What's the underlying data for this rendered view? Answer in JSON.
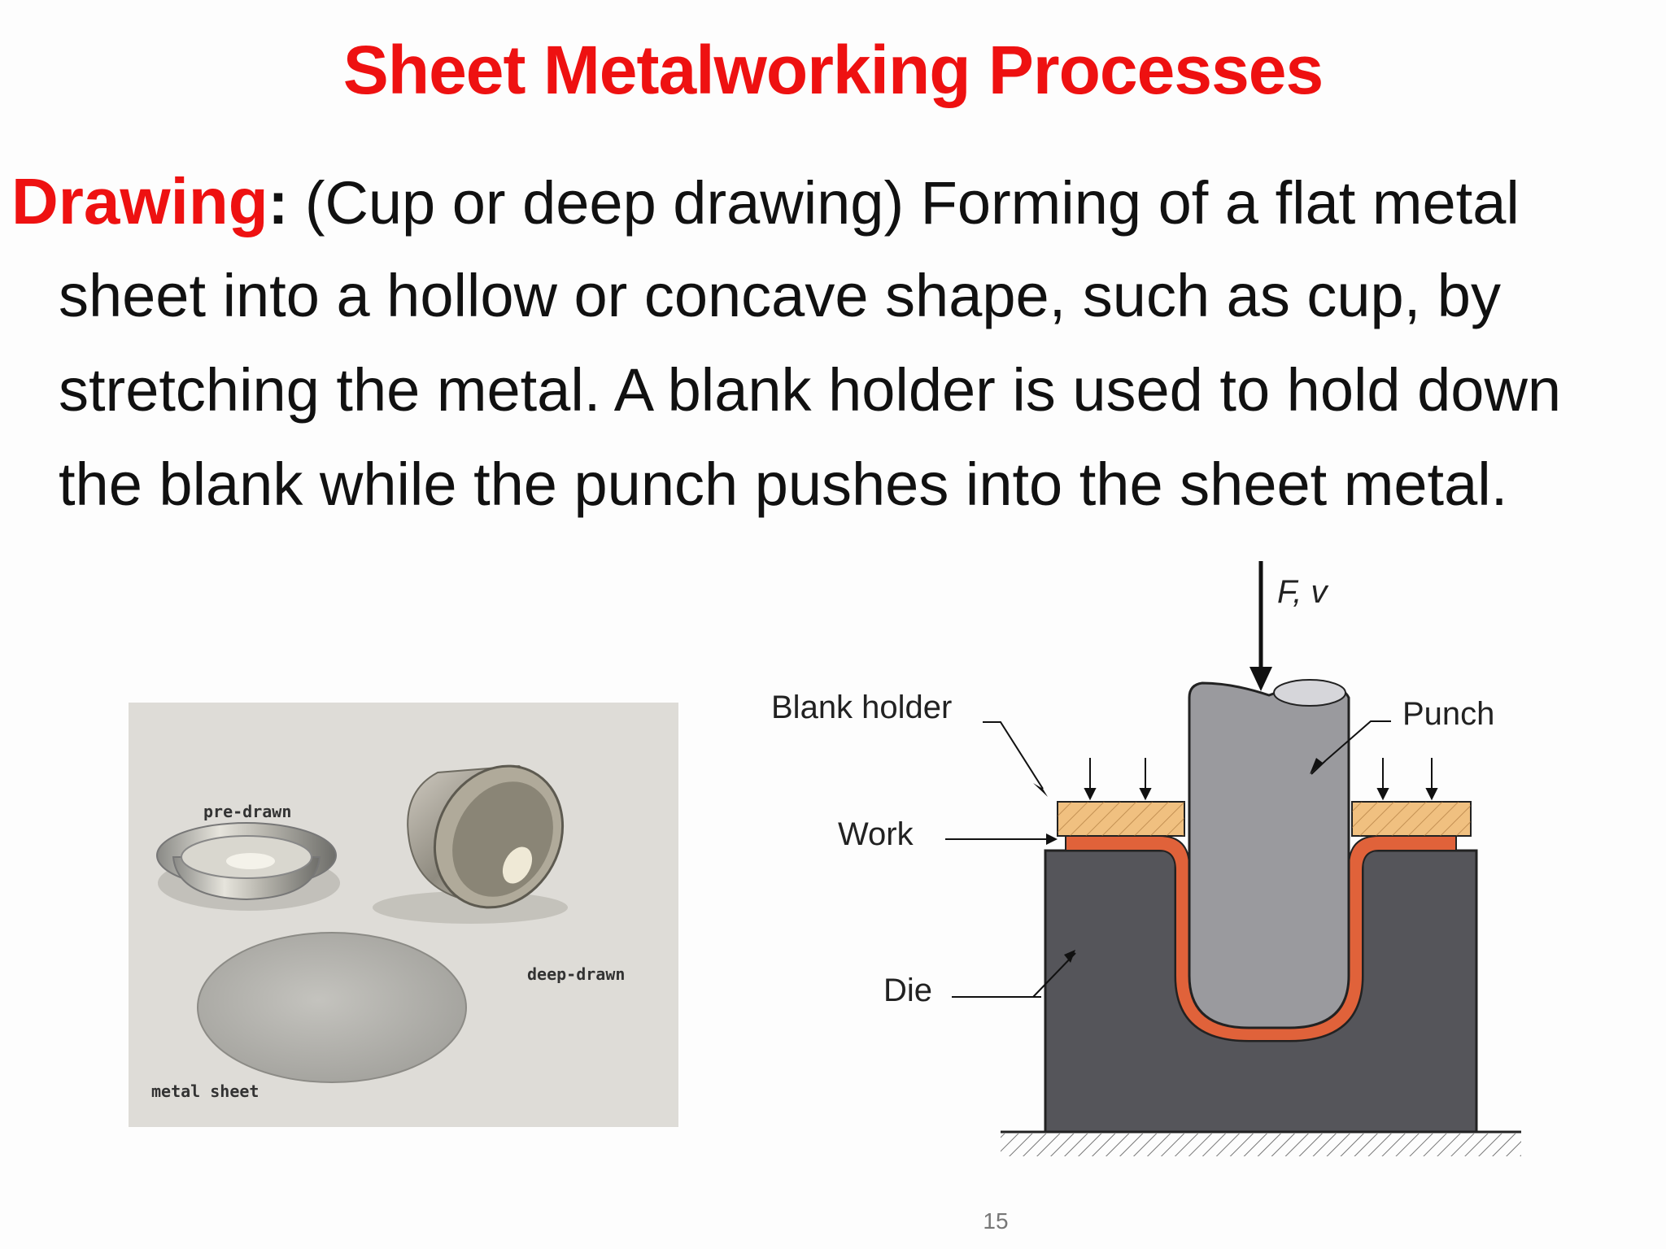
{
  "slide": {
    "title": "Sheet Metalworking Processes",
    "term": "Drawing",
    "colon": ":",
    "lines": [
      "(Cup or deep drawing) Forming of a flat metal",
      "sheet into a hollow or concave shape, such as cup, by",
      "stretching the metal. A blank holder is used to hold down",
      "the blank while the punch pushes into the sheet metal."
    ],
    "page_number": "15"
  },
  "photo": {
    "labels": {
      "pre_drawn": "pre-drawn",
      "deep_drawn": "deep-drawn",
      "metal_sheet": "metal sheet"
    }
  },
  "diagram": {
    "labels": {
      "force": "F, v",
      "blank_holder": "Blank holder",
      "punch": "Punch",
      "work": "Work",
      "die": "Die"
    },
    "colors": {
      "die": "#55555a",
      "punch": "#9a9a9e",
      "work": "#e0623a",
      "blank_holder": "#f0c080"
    }
  }
}
